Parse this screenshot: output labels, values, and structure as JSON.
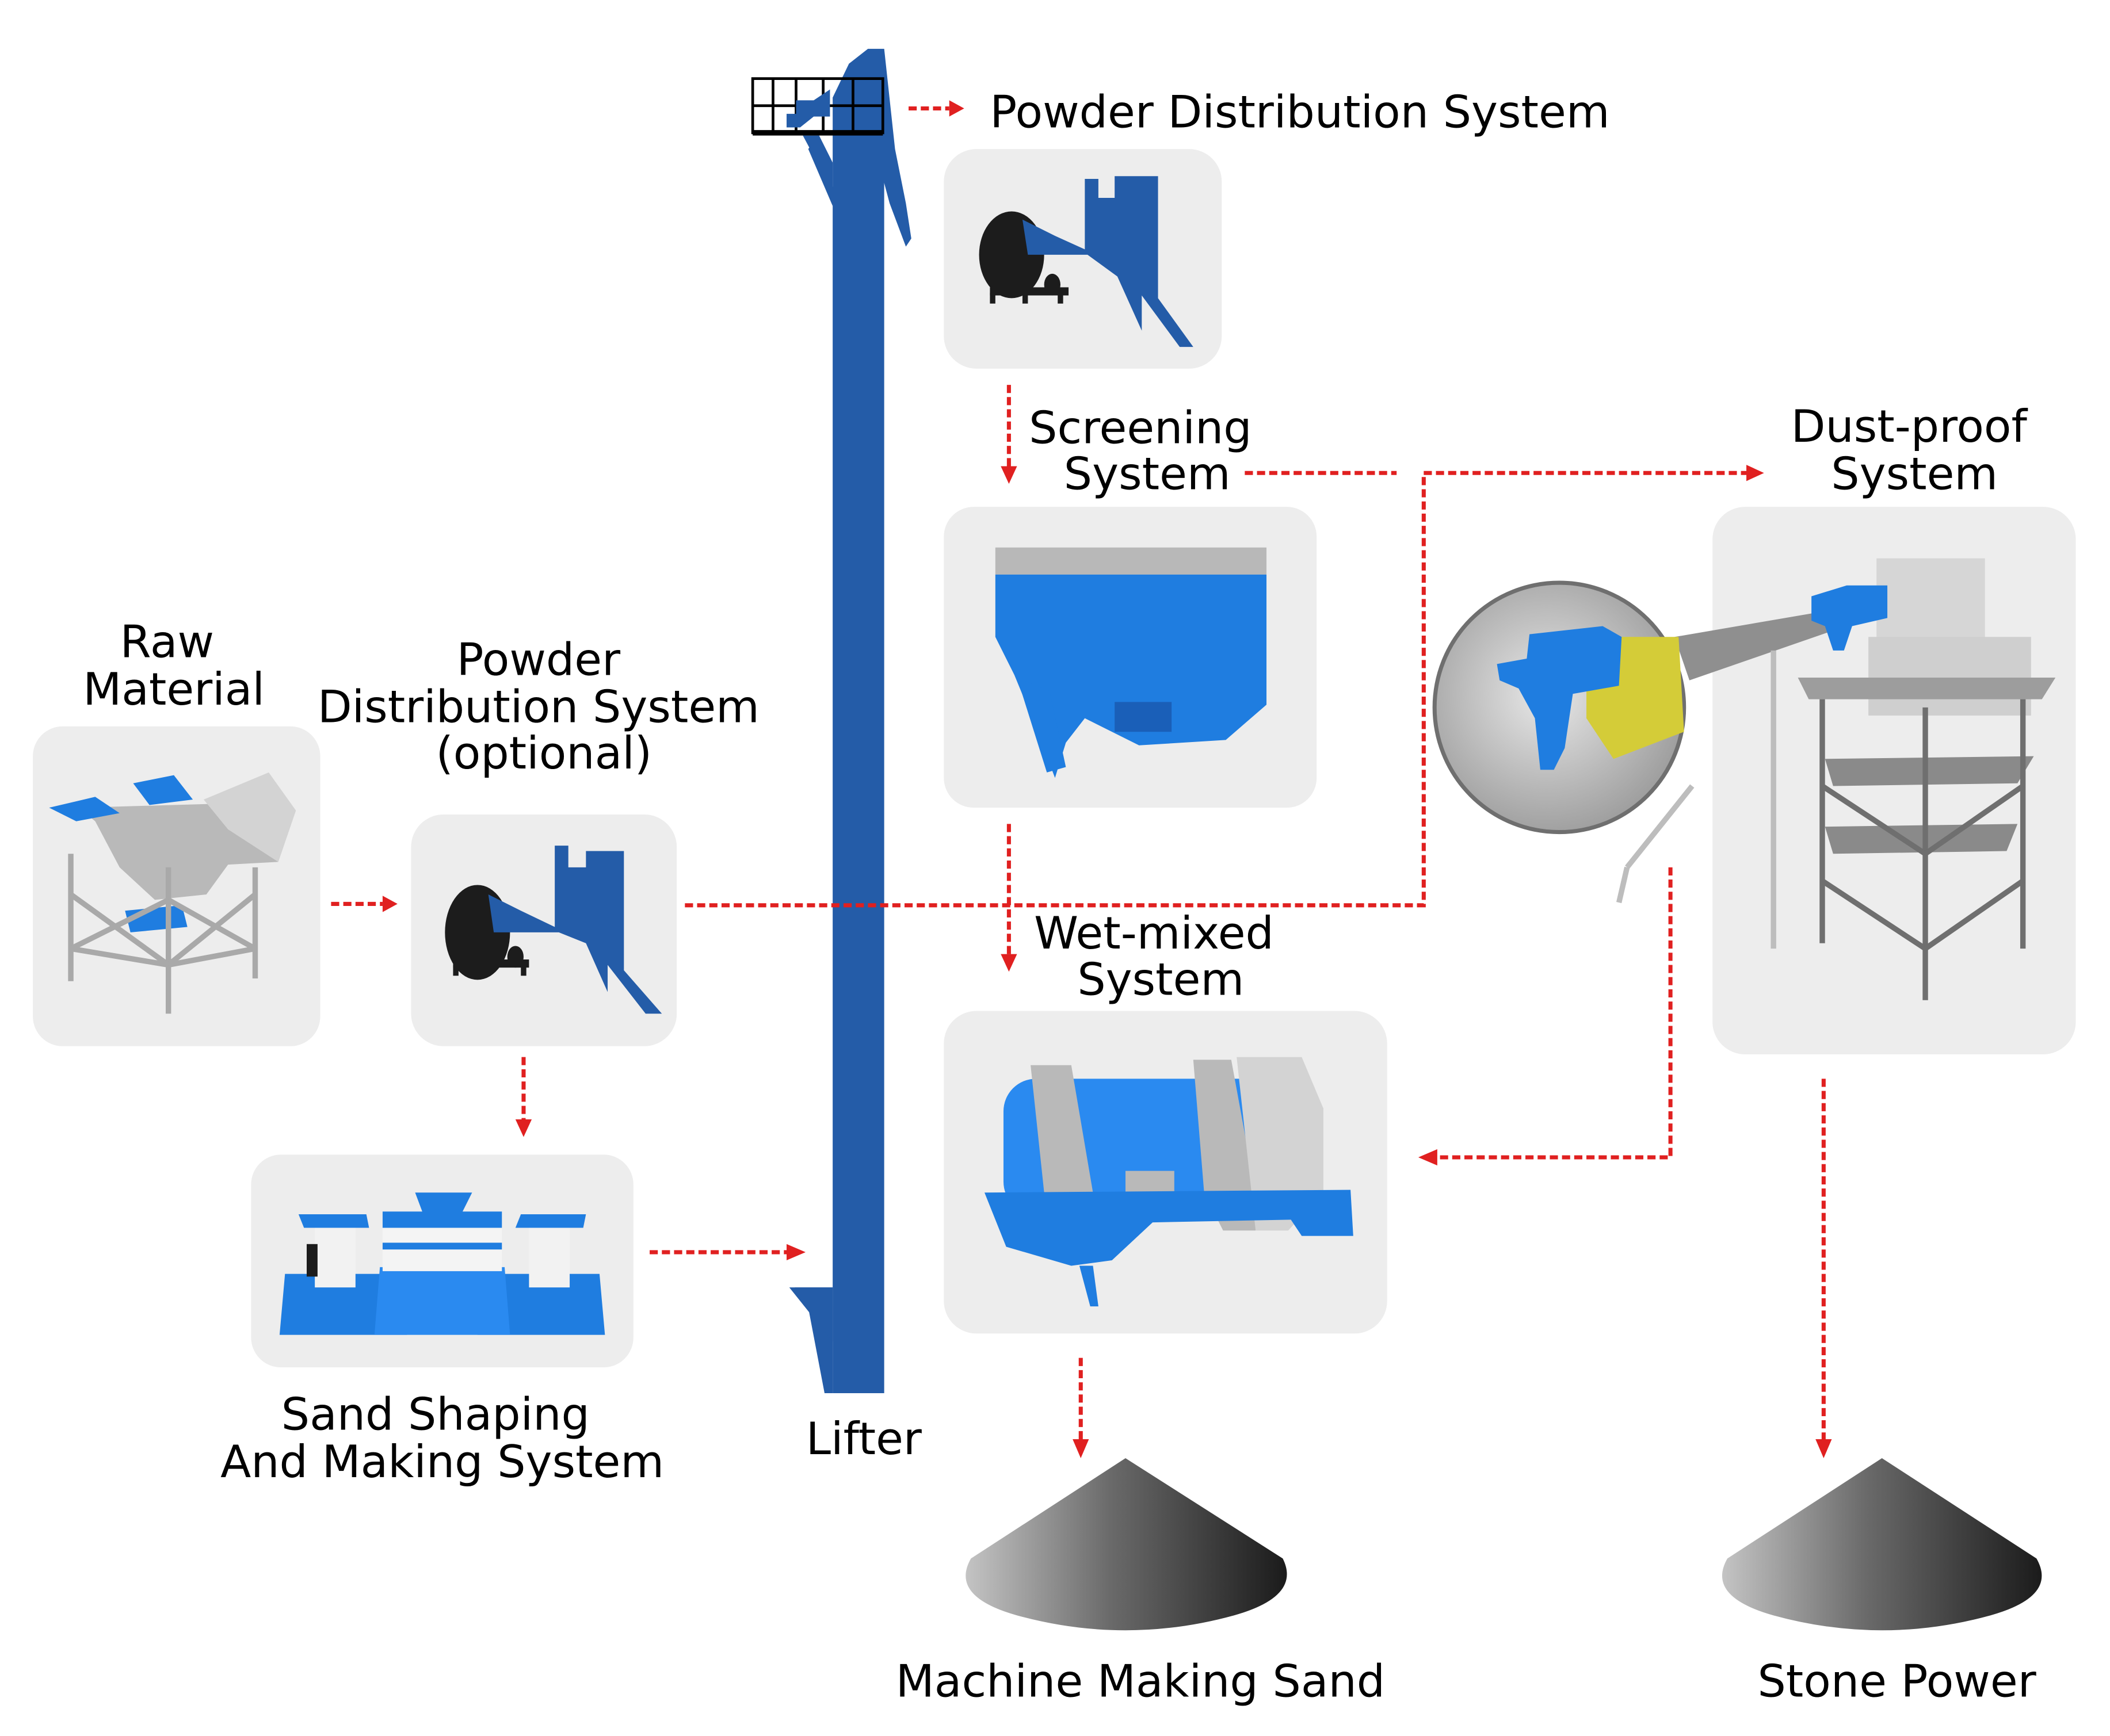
{
  "diagram": {
    "title": "Dry-mix sand making process flow",
    "colors": {
      "flow_arrow": "#e02020",
      "lifter": "#245ca8",
      "equipment_blue": "#1f7de0",
      "card_background": "#ededed",
      "text": "#000000"
    },
    "nodes": {
      "raw_material": {
        "label_line1": "Raw",
        "label_line2": "Material",
        "icon": "feed-hopper-icon"
      },
      "powder_optional": {
        "label_line1": "Powder",
        "label_line2": "Distribution System",
        "label_line3": "(optional)",
        "icon": "powder-blower-icon"
      },
      "sand_shaping": {
        "label_line1": "Sand Shaping",
        "label_line2": "And Making System",
        "icon": "vertical-shaft-sand-maker-icon"
      },
      "lifter": {
        "label": "Lifter",
        "icon": "bucket-elevator-icon"
      },
      "powder_top": {
        "label": "Powder Distribution System",
        "icon": "powder-blower-icon"
      },
      "screening": {
        "label_line1": "Screening",
        "label_line2": "System",
        "icon": "vibrating-screen-icon"
      },
      "wet_mixed": {
        "label_line1": "Wet-mixed",
        "label_line2": "System",
        "icon": "wet-mixer-icon"
      },
      "dust_proof": {
        "label_line1": "Dust-proof",
        "label_line2": "System",
        "icon": "dust-collector-icon"
      },
      "machine_sand": {
        "label": "Machine Making Sand",
        "icon": "sand-pile-icon"
      },
      "stone_power": {
        "label": "Stone Power",
        "icon": "powder-pile-icon"
      }
    },
    "edges": [
      {
        "from": "Raw Material",
        "to": "Powder Distribution System (optional)"
      },
      {
        "from": "Powder Distribution System (optional)",
        "to": "Sand Shaping And Making System"
      },
      {
        "from": "Powder Distribution System (optional)",
        "to": "Dust-proof System"
      },
      {
        "from": "Sand Shaping And Making System",
        "to": "Lifter"
      },
      {
        "from": "Lifter",
        "to": "Powder Distribution System"
      },
      {
        "from": "Powder Distribution System",
        "to": "Screening System"
      },
      {
        "from": "Screening System",
        "to": "Dust-proof System"
      },
      {
        "from": "Screening System",
        "to": "Wet-mixed System"
      },
      {
        "from": "Dust-proof System",
        "to": "Wet-mixed System"
      },
      {
        "from": "Wet-mixed System",
        "to": "Machine Making Sand"
      },
      {
        "from": "Dust-proof System",
        "to": "Stone Power"
      }
    ]
  }
}
